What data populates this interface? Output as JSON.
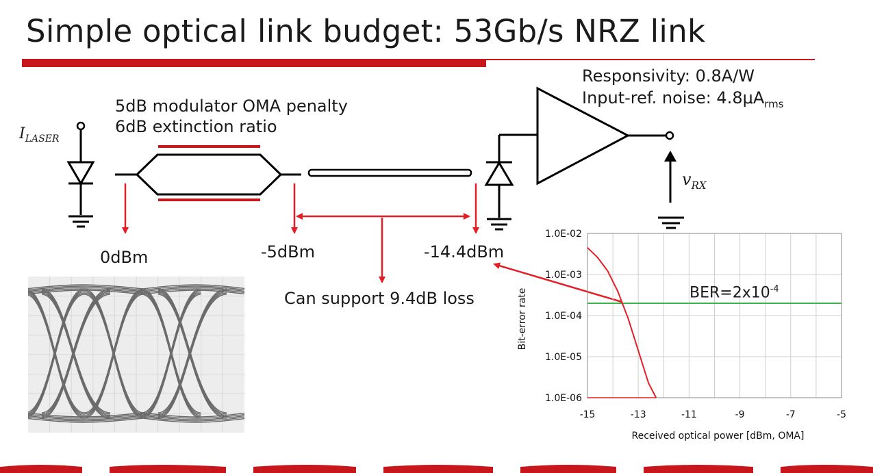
{
  "title": "Simple optical link budget: 53Gb/s NRZ link",
  "laser_label": {
    "base": "I",
    "sub": "LASER"
  },
  "modulator": {
    "line1": "5dB modulator OMA penalty",
    "line2": "6dB extinction ratio"
  },
  "receiver": {
    "responsivity": "Responsivity: 0.8A/W",
    "noise_main": "Input-ref. noise: 4.8μA",
    "noise_sub": "rms",
    "output_label": {
      "base": "v",
      "sub": "RX"
    }
  },
  "power_levels": {
    "laser": "0dBm",
    "modulator_out": "-5dBm",
    "receiver_in": "-14.4dBm"
  },
  "loss_note": "Can support 9.4dB loss",
  "colors": {
    "accent": "#c8161d",
    "arrow": "#e41e26",
    "ber_line": "#3ab54a",
    "curve": "#e41e26"
  },
  "chart_data": {
    "type": "line",
    "xlabel": "Received optical power [dBm, OMA]",
    "ylabel": "Bit-error rate",
    "xlim": [
      -15,
      -5
    ],
    "ylim": [
      1e-06,
      0.01
    ],
    "y_scale": "log",
    "x_ticks": [
      "-15",
      "-13",
      "-11",
      "-9",
      "-7",
      "-5"
    ],
    "y_ticks": [
      "1.0E-02",
      "1.0E-03",
      "1.0E-04",
      "1.0E-05",
      "1.0E-06"
    ],
    "grid": true,
    "annotation": {
      "base": "BER=2x10",
      "exp": "-4"
    },
    "series": [
      {
        "x": [
          -15.0,
          -14.6,
          -14.2,
          -13.8,
          -13.4,
          -13.0,
          -12.6,
          -12.3
        ],
        "y": [
          0.0045,
          0.0026,
          0.0012,
          0.00038,
          8.5e-05,
          1.4e-05,
          2.3e-06,
          1e-06
        ]
      },
      {
        "x": [
          -15,
          -5
        ],
        "y": [
          0.0002,
          0.0002
        ]
      }
    ]
  }
}
